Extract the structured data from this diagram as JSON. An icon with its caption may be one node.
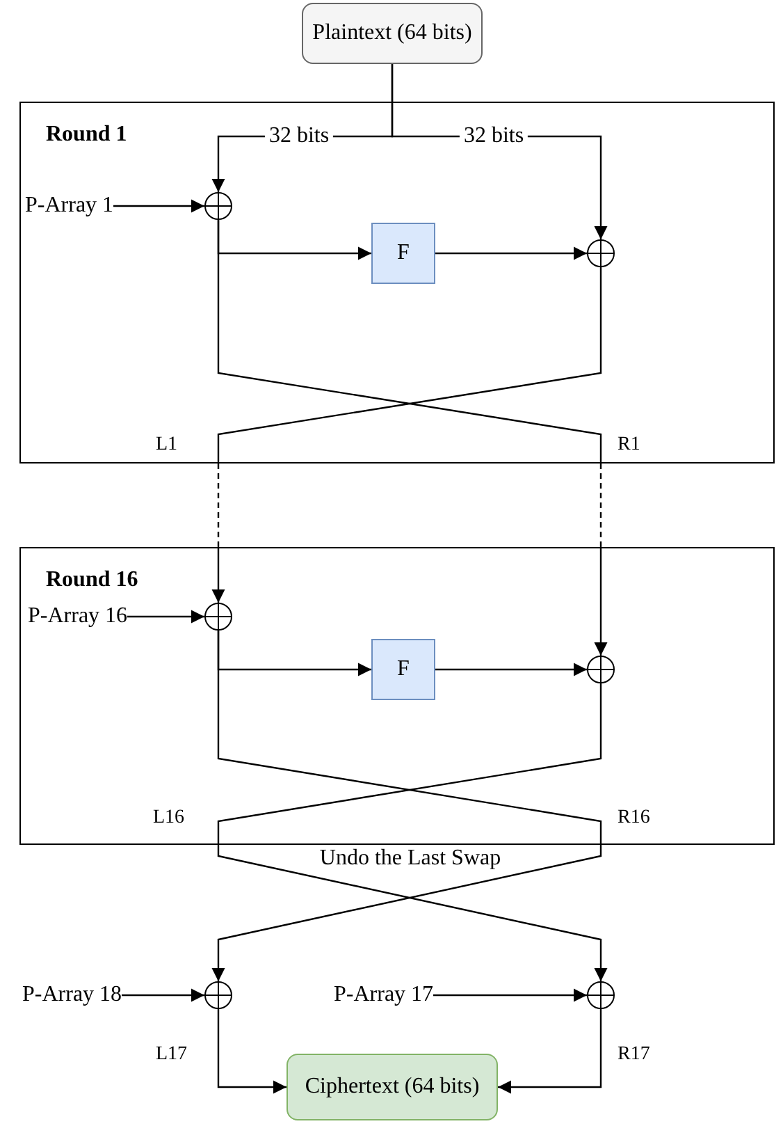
{
  "diagram": {
    "nodes": [
      {
        "text": [
          "Plaintext (64 bits)"
        ]
      },
      {
        "text": [
          "Round 1"
        ]
      },
      {
        "text": [
          "P-Array 1"
        ],
        "in": 1
      },
      {
        "text": [],
        "shape": "circle",
        "in": 1
      },
      {
        "text": [
          "F"
        ],
        "in": 1
      },
      {
        "text": [],
        "shape": "circle",
        "in": 1
      },
      {
        "text": [
          "Round 16"
        ]
      },
      {
        "text": [
          "P-Array 16"
        ],
        "in": 6
      },
      {
        "text": [],
        "shape": "circle",
        "in": 6
      },
      {
        "text": [
          "F"
        ],
        "in": 6
      },
      {
        "text": [],
        "shape": "circle",
        "in": 6
      },
      {
        "text": [
          "P-Array 18"
        ]
      },
      {
        "text": [],
        "shape": "circle"
      },
      {
        "text": [
          "P-Array 17"
        ]
      },
      {
        "text": [],
        "shape": "circle"
      },
      {
        "text": [
          "Ciphertext (64 bits)"
        ]
      }
    ],
    "edges": [
      {
        "from": 0,
        "to": 3,
        "arrow": "to",
        "label": "32 bits"
      },
      {
        "from": 0,
        "to": 5,
        "arrow": "to",
        "label": "32 bits"
      },
      {
        "from": 2,
        "to": 3,
        "arrow": "to"
      },
      {
        "from": 3,
        "to": 4,
        "arrow": "to"
      },
      {
        "from": 4,
        "to": 5,
        "arrow": "to"
      },
      {
        "from": 3,
        "to": 10,
        "arrow": "to",
        "style": "dashed"
      },
      {
        "from": 5,
        "to": 8,
        "arrow": "to",
        "style": "dashed"
      },
      {
        "from": 7,
        "to": 8,
        "arrow": "to"
      },
      {
        "from": 8,
        "to": 9,
        "arrow": "to"
      },
      {
        "from": 9,
        "to": 10,
        "arrow": "to"
      },
      {
        "from": 8,
        "to": 12,
        "arrow": "to"
      },
      {
        "from": 10,
        "to": 14,
        "arrow": "to"
      },
      {
        "from": 11,
        "to": 12,
        "arrow": "to"
      },
      {
        "from": 13,
        "to": 14,
        "arrow": "to"
      },
      {
        "from": 12,
        "to": 15,
        "arrow": "to"
      },
      {
        "from": 14,
        "to": 15,
        "arrow": "to"
      }
    ],
    "labels": [
      "L1",
      "R1",
      "L16",
      "R16",
      "Undo the Last Swap",
      "L17",
      "R17"
    ]
  }
}
